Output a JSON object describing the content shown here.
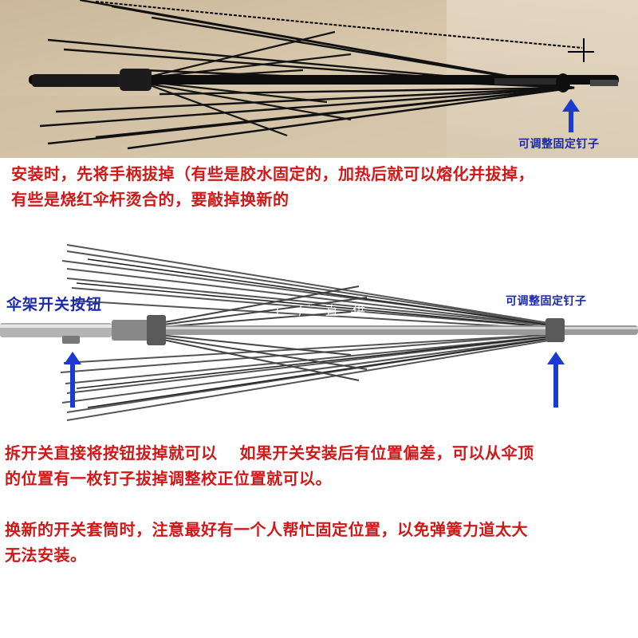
{
  "top_photo": {
    "label": "可调整固定钉子"
  },
  "instruction_1": {
    "line1": "安装时，先将手柄拔掉（有些是胶水固定的，加热后就可以熔化并拔掉，",
    "line2": "有些是烧红伞杆烫合的，要敲掉换新的"
  },
  "middle_photo": {
    "left_label": "伞架开关按钮",
    "right_label": "可调整固定钉子",
    "watermark": "工厂直供"
  },
  "instruction_2": {
    "line1": "拆开关直接将按钮拔掉就可以　 如果开关安装后有位置偏差，可以从伞顶",
    "line2": "的位置有一枚钉子拔掉调整校正位置就可以。"
  },
  "instruction_3": {
    "line1": "换新的开关套筒时，注意最好有一个人帮忙固定位置，以免弹簧力道太大",
    "line2": "无法安装。"
  },
  "colors": {
    "instruction_text": "#d01818",
    "label_text": "#1a2aa8",
    "arrow": "#1a3ad0"
  }
}
